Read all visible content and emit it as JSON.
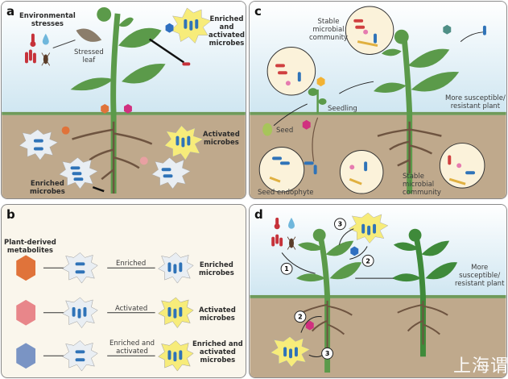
{
  "figure": {
    "panels": {
      "a": {
        "tag": "a",
        "labels": {
          "environmental_stresses": "Environmental\nstresses",
          "stressed_leaf": "Stressed\nleaf",
          "enriched_activated": "Enriched\nand\nactivated\nmicrobes",
          "activated": "Activated\nmicrobes",
          "enriched": "Enriched\nmicrobes"
        }
      },
      "b": {
        "tag": "b",
        "title": "Plant-derived\nmetabolites",
        "rows": [
          {
            "metabolite_color": "#e0733a",
            "arrow_label": "Enriched",
            "result": "Enriched\nmicrobes"
          },
          {
            "metabolite_color": "#e8868a",
            "arrow_label": "Activated",
            "result": "Activated\nmicrobes"
          },
          {
            "metabolite_color": "#7a94c4",
            "arrow_label": "Enriched and\nactivated",
            "result": "Enriched and\nactivated\nmicrobes"
          }
        ]
      },
      "c": {
        "tag": "c",
        "labels": {
          "stable_top": "Stable\nmicrobial\ncommunity",
          "seedling": "Seedling",
          "seed": "Seed",
          "seed_endophyte": "Seed endophyte",
          "stable_bottom": "Stable\nmicrobial\ncommunity",
          "plant": "More susceptible/\nresistant plant"
        }
      },
      "d": {
        "tag": "d",
        "steps": [
          "1",
          "2",
          "3",
          "2",
          "3"
        ],
        "plant": "More\nsusceptible/\nresistant plant"
      }
    },
    "colors": {
      "sky_top": "#ffffff",
      "sky_bottom": "#cfe6f1",
      "soil": "#bfa98c",
      "grass": "#6f9a5a",
      "plant": "#5b9a4a",
      "root": "#6e5440",
      "microbe": "#2f73b8",
      "burst_yellow": "#f7ec7a",
      "burst_white": "#e9eef3",
      "hex_orange": "#e0733a",
      "hex_pink": "#e8868a",
      "hex_blue": "#7a94c4",
      "hex_magenta": "#d1307f",
      "hex_blue_bright": "#2f6fc0",
      "hex_teal": "#4f8f86",
      "hex_yellow": "#f2b233"
    },
    "watermark": "上海谓华"
  }
}
